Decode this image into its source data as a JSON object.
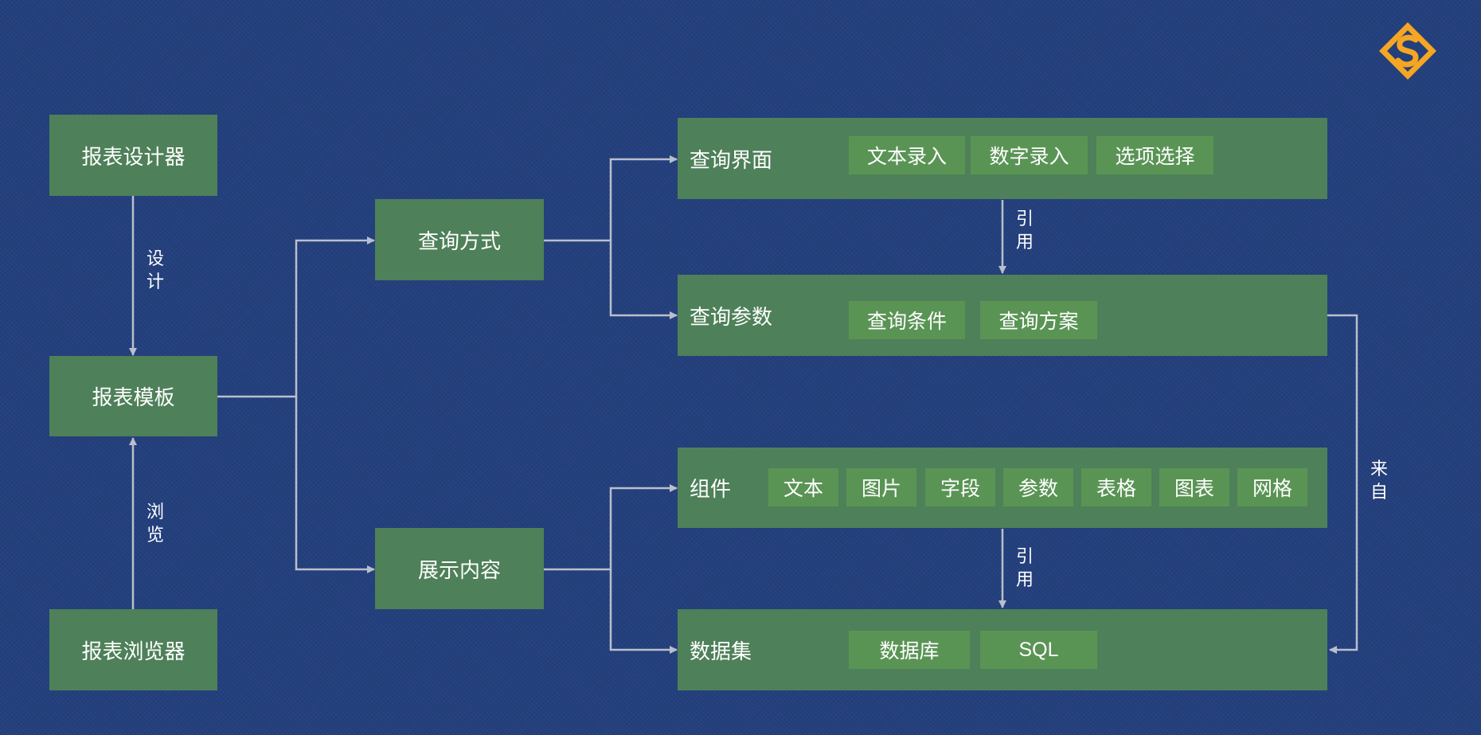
{
  "nodes": {
    "designer": "报表设计器",
    "template": "报表模板",
    "browser": "报表浏览器",
    "query_method": "查询方式",
    "display_content": "展示内容"
  },
  "panels": {
    "query_ui": {
      "label": "查询界面",
      "chips": [
        "文本录入",
        "数字录入",
        "选项选择"
      ]
    },
    "query_params": {
      "label": "查询参数",
      "chips": [
        "查询条件",
        "查询方案"
      ]
    },
    "components": {
      "label": "组件",
      "chips": [
        "文本",
        "图片",
        "字段",
        "参数",
        "表格",
        "图表",
        "网格"
      ]
    },
    "dataset": {
      "label": "数据集",
      "chips": [
        "数据库",
        "SQL"
      ]
    }
  },
  "edge_labels": {
    "design": [
      "设",
      "计"
    ],
    "browse": [
      "浏",
      "览"
    ],
    "reference_1": [
      "引",
      "用"
    ],
    "reference_2": [
      "引",
      "用"
    ],
    "from": [
      "来",
      "自"
    ]
  },
  "colors": {
    "background": "#233f7c",
    "box": "#4e8059",
    "chip": "#5a9455",
    "connector": "#b9bfcc",
    "logo_orange": "#f5a623"
  },
  "icons": {
    "logo": "brand-logo-icon"
  }
}
